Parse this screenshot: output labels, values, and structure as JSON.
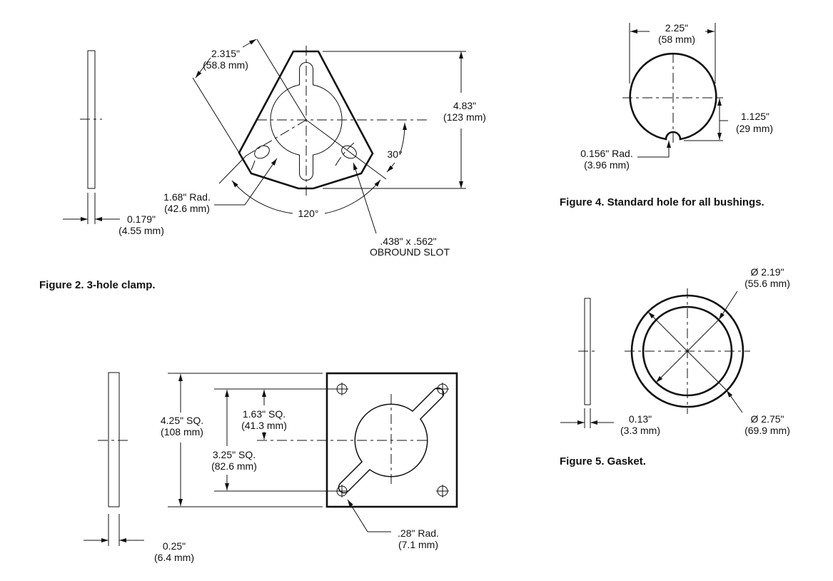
{
  "figure2": {
    "caption": "Figure 2. 3-hole clamp.",
    "thickness": "0.179\"",
    "thickness_mm": "(4.55 mm)",
    "offset": "2.315\"",
    "offset_mm": "(58.8 mm)",
    "height": "4.83\"",
    "height_mm": "(123 mm)",
    "angle_small": "30°",
    "angle_large": "120°",
    "radius": "1.68\" Rad.",
    "radius_mm": "(42.6 mm)",
    "slot": ".438\" x .562\"",
    "slot_label": "OBROUND SLOT"
  },
  "figure3": {
    "thickness": "0.25\"",
    "thickness_mm": "(6.4 mm)",
    "outer": "4.25\" SQ.",
    "outer_mm": "(108 mm)",
    "bolt": "3.25\" SQ.",
    "bolt_mm": "(82.6 mm)",
    "half": "1.63\" SQ.",
    "half_mm": "(41.3 mm)",
    "radius": ".28\" Rad.",
    "radius_mm": "(7.1 mm)"
  },
  "figure4": {
    "caption": "Figure 4. Standard hole for all bushings.",
    "diameter": "2.25\"",
    "diameter_mm": "(58 mm)",
    "offset": "1.125\"",
    "offset_mm": "(29 mm)",
    "notch": "0.156\" Rad.",
    "notch_mm": "(3.96 mm)"
  },
  "figure5": {
    "caption": "Figure 5. Gasket.",
    "thickness": "0.13\"",
    "thickness_mm": "(3.3 mm)",
    "inner": "Ø 2.19\"",
    "inner_mm": "(55.6 mm)",
    "outer": "Ø 2.75\"",
    "outer_mm": "(69.9 mm)"
  }
}
